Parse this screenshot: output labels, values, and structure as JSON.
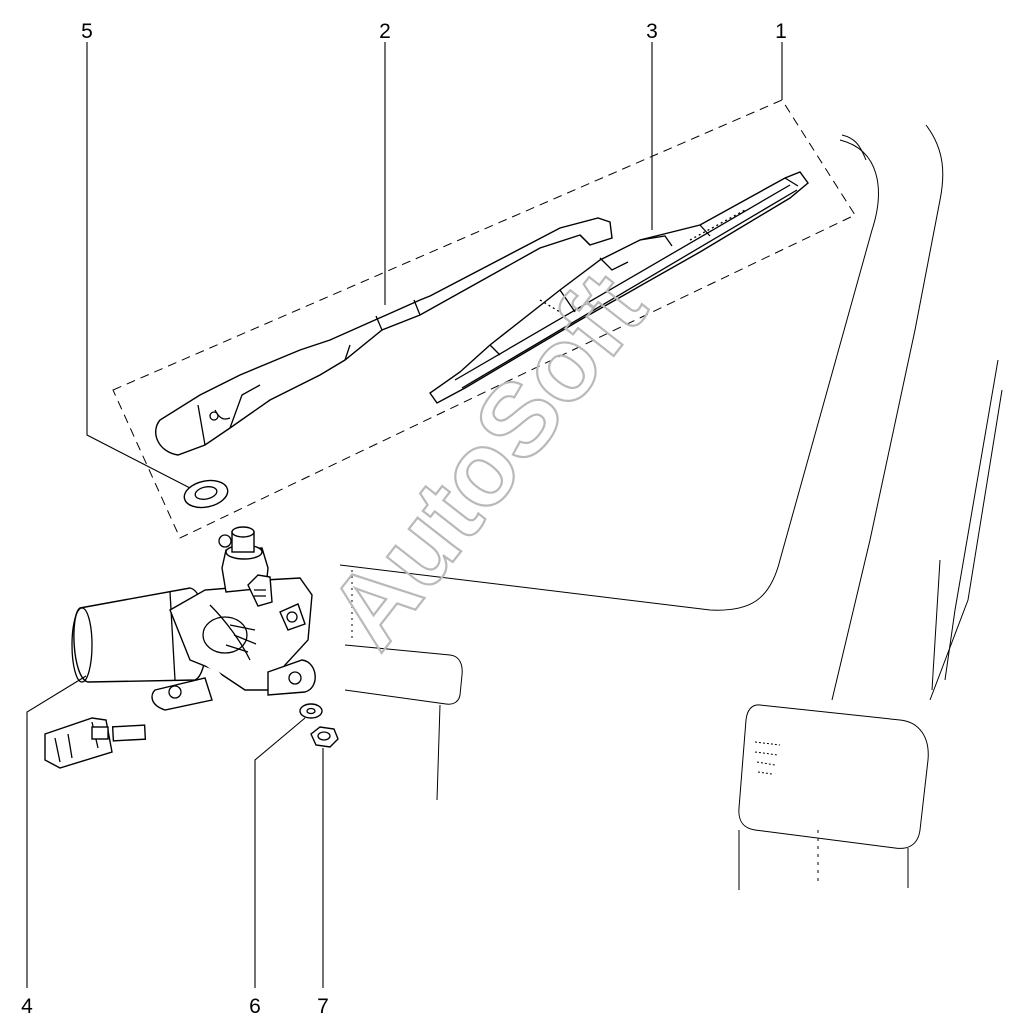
{
  "diagram": {
    "callouts": [
      {
        "id": "1",
        "label": "1"
      },
      {
        "id": "2",
        "label": "2"
      },
      {
        "id": "3",
        "label": "3"
      },
      {
        "id": "4",
        "label": "4"
      },
      {
        "id": "5",
        "label": "5"
      },
      {
        "id": "6",
        "label": "6"
      },
      {
        "id": "7",
        "label": "7"
      }
    ],
    "watermark": "AutoSoft"
  }
}
